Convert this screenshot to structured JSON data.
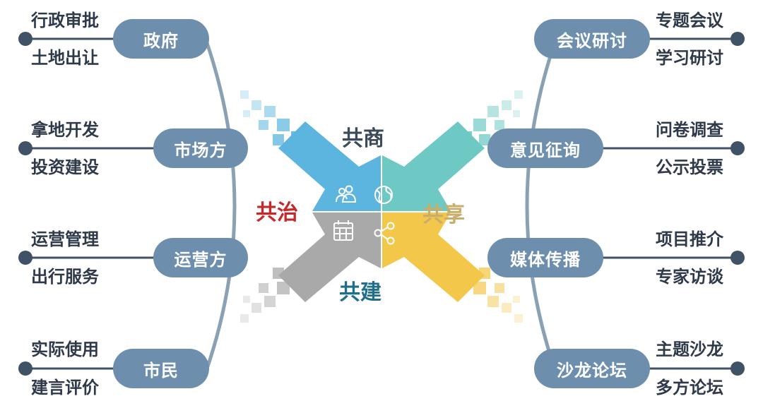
{
  "center": {
    "top": {
      "text": "共商",
      "color": "#3c4b5a"
    },
    "left": {
      "text": "共治",
      "color": "#c8282a"
    },
    "right": {
      "text": "共享",
      "color": "#c9ad6a"
    },
    "bottom": {
      "text": "共建",
      "color": "#1f6f8b"
    }
  },
  "colors": {
    "pill": "#6d8fad",
    "line": "#8aa0b3",
    "dot": "#3f5266",
    "arrow_tl": "#5bb5de",
    "arrow_tr": "#6ec9c4",
    "arrow_bl": "#a9a9a9",
    "arrow_br": "#f3c84a"
  },
  "icons": {
    "top_left": "people-icon",
    "top_right": "globe-icon",
    "bottom_left": "calendar-icon",
    "bottom_right": "share-icon"
  },
  "left": [
    {
      "name": "政府",
      "items": [
        "行政审批",
        "土地出让"
      ]
    },
    {
      "name": "市场方",
      "items": [
        "拿地开发",
        "投资建设"
      ]
    },
    {
      "name": "运营方",
      "items": [
        "运营管理",
        "出行服务"
      ]
    },
    {
      "name": "市民",
      "items": [
        "实际使用",
        "建言评价"
      ]
    }
  ],
  "right": [
    {
      "name": "会议研讨",
      "items": [
        "专题会议",
        "学习研讨"
      ]
    },
    {
      "name": "意见征询",
      "items": [
        "问卷调查",
        "公示投票"
      ]
    },
    {
      "name": "媒体传播",
      "items": [
        "项目推介",
        "专家访谈"
      ]
    },
    {
      "name": "沙龙论坛",
      "items": [
        "主题沙龙",
        "多方论坛"
      ]
    }
  ]
}
